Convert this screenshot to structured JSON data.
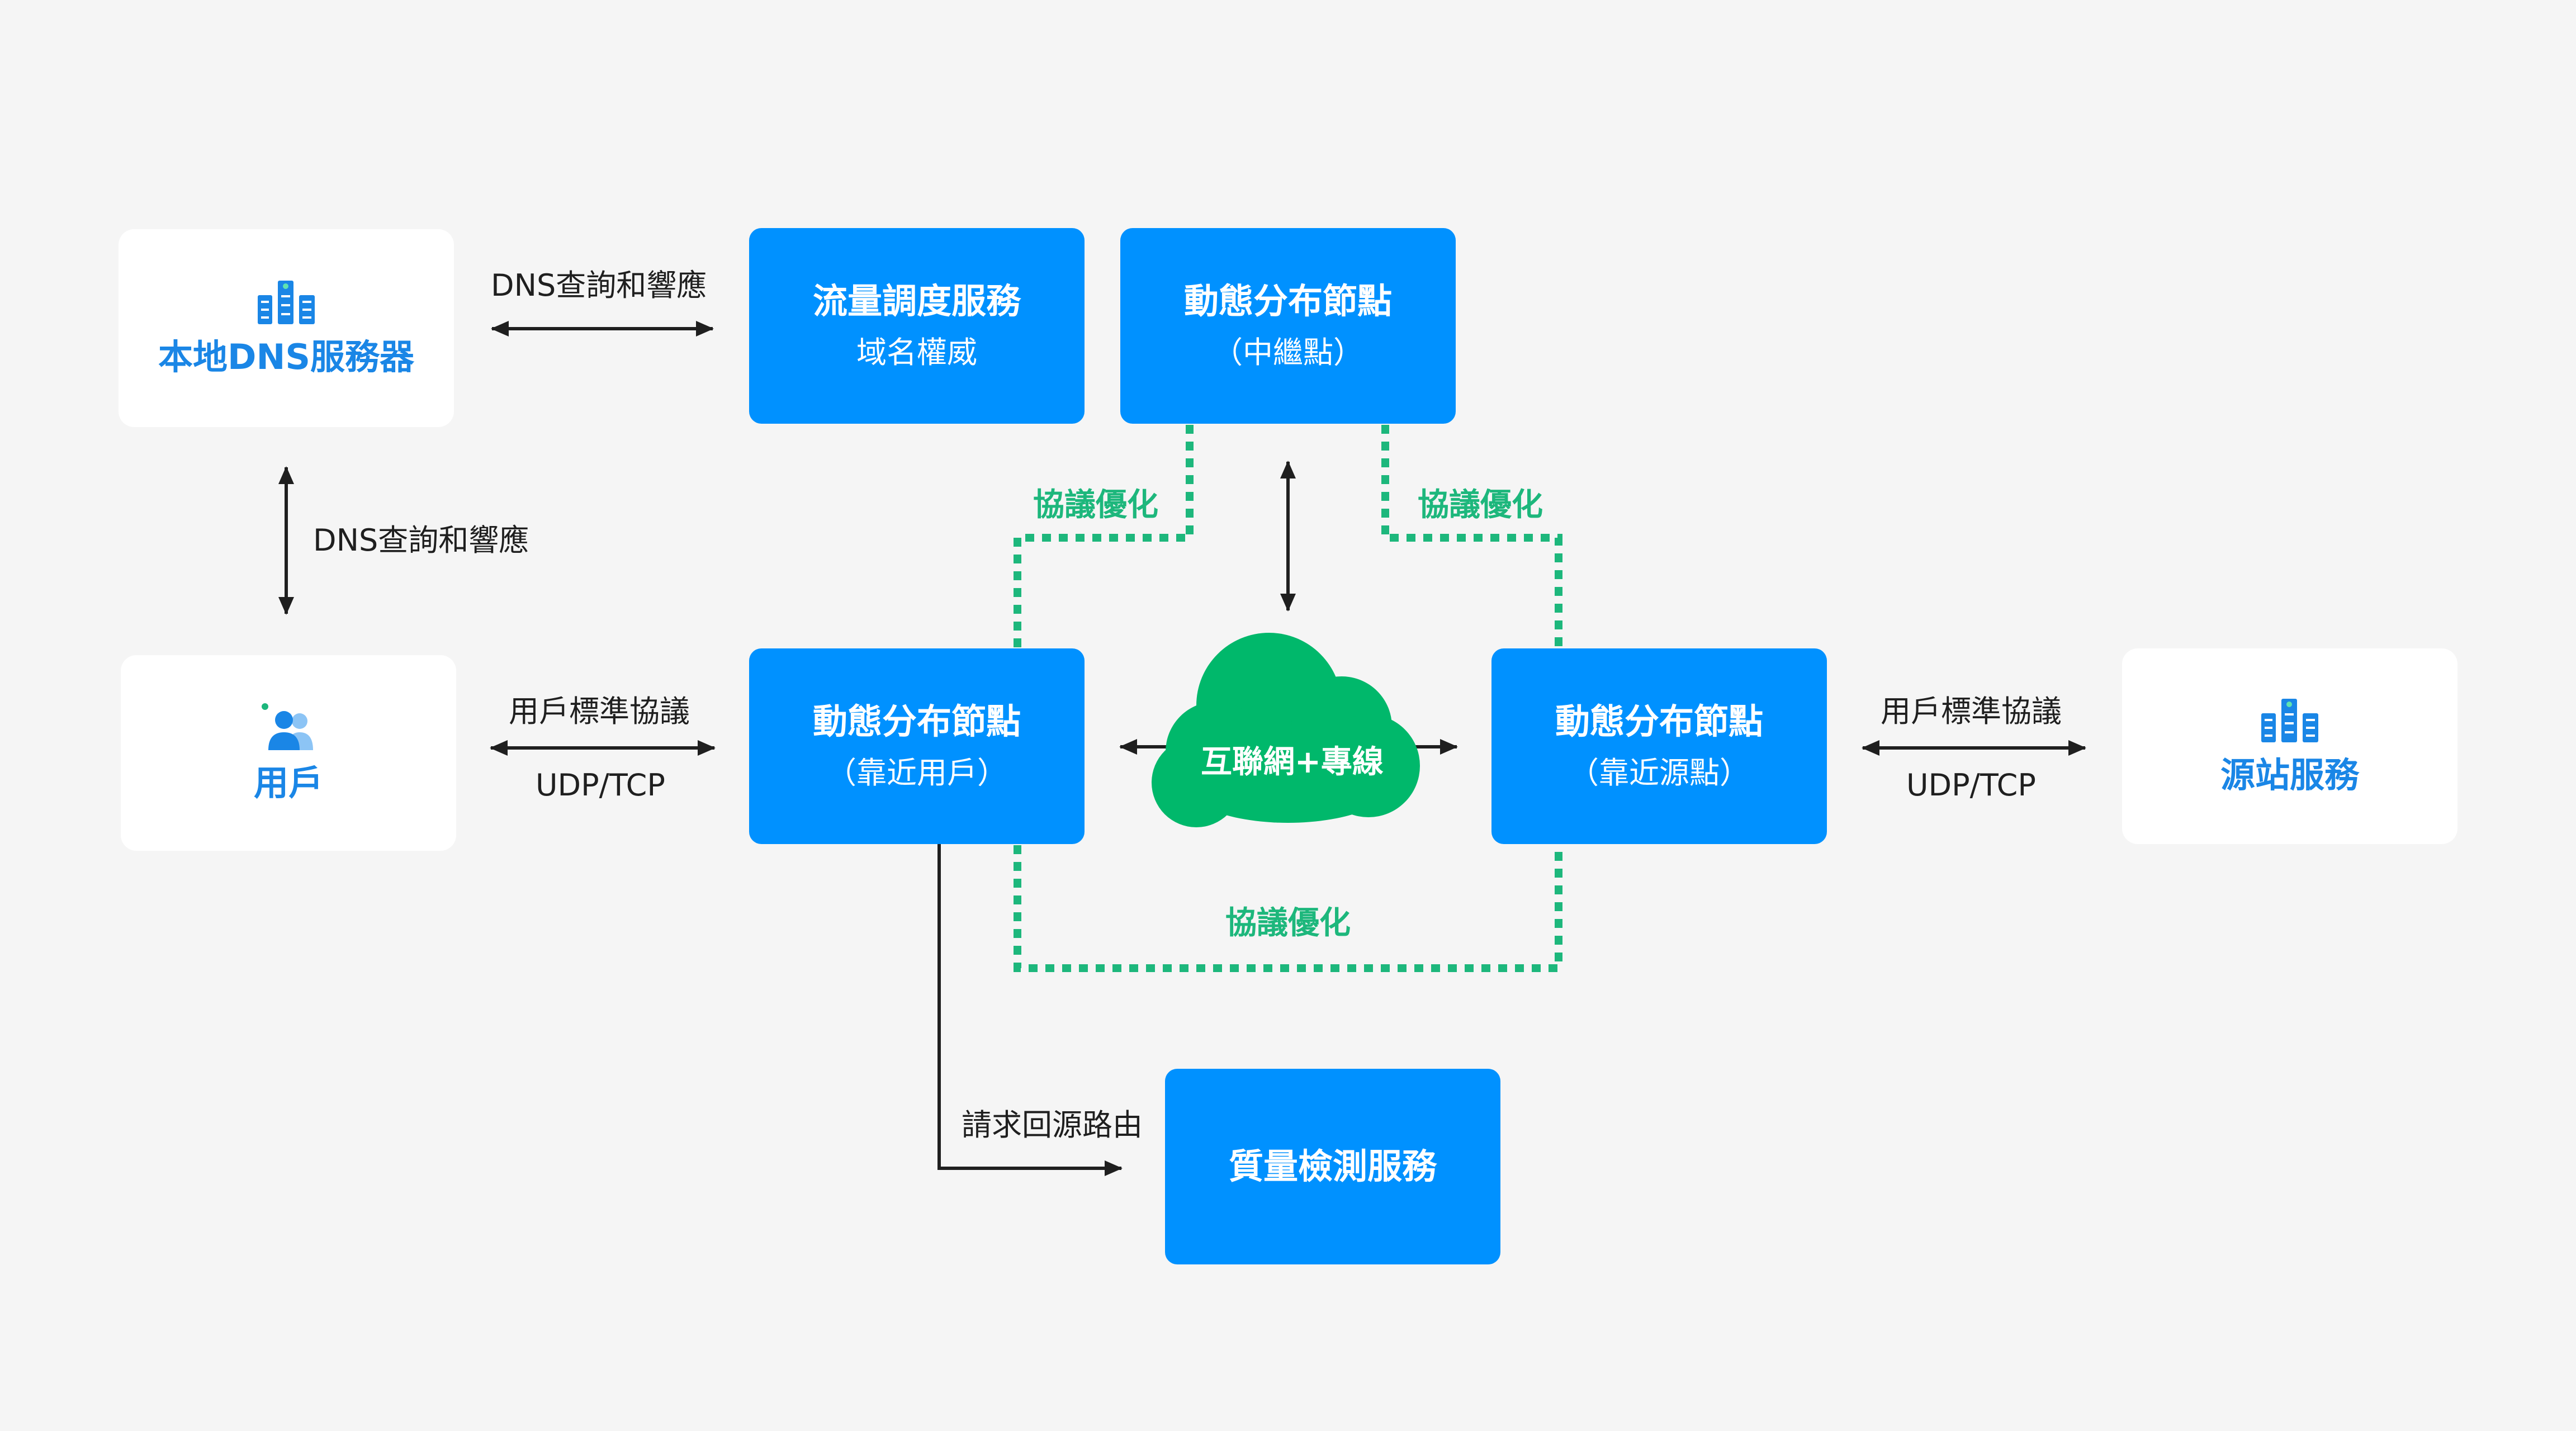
{
  "nodes": {
    "local_dns": "本地DNS服務器",
    "user": "用戶",
    "origin": "源站服務",
    "traffic": {
      "title": "流量調度服務",
      "sub": "域名權威"
    },
    "relay": {
      "title": "動態分布節點",
      "sub": "（中繼點）"
    },
    "near_user": {
      "title": "動態分布節點",
      "sub": "（靠近用戶）"
    },
    "near_origin": {
      "title": "動態分布節點",
      "sub": "（靠近源點）"
    },
    "quality": {
      "title": "質量檢測服務"
    },
    "cloud": "互聯網+專線"
  },
  "labels": {
    "dns_top": "DNS查詢和響應",
    "dns_left": "DNS查詢和響應",
    "user_proto": "用戶標準協議",
    "user_udp": "UDP/TCP",
    "origin_proto": "用戶標準協議",
    "origin_udp": "UDP/TCP",
    "opt_left": "協議優化",
    "opt_right": "協議優化",
    "opt_bottom": "協議優化",
    "back_route": "請求回源路由"
  },
  "icons": {
    "local_dns": "server-rack-icon",
    "user": "users-icon",
    "origin": "server-rack-icon"
  },
  "colors": {
    "blue": "#0091ff",
    "green": "#1db77c",
    "cloud": "#00b86b",
    "text_blue": "#1a86e6"
  }
}
